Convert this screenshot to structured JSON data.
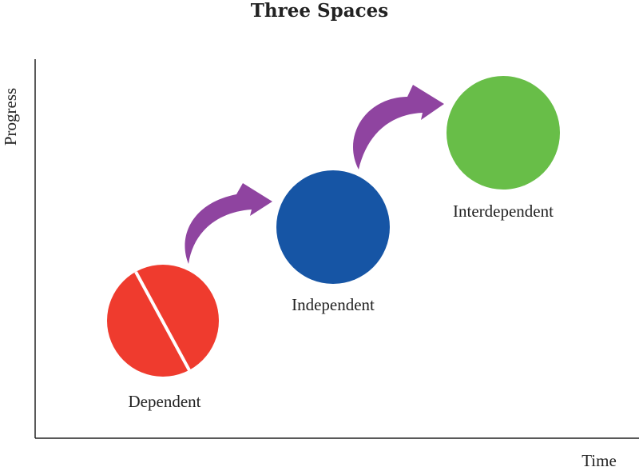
{
  "diagram": {
    "title": "Three Spaces",
    "axes": {
      "x_label": "Time",
      "y_label": "Progress"
    },
    "stages": [
      {
        "label": "Dependent",
        "color": "#ef3b2e",
        "icon": "split-circle"
      },
      {
        "label": "Independent",
        "color": "#1655a5",
        "icon": "circle"
      },
      {
        "label": "Interdependent",
        "color": "#68be48",
        "icon": "circle"
      }
    ],
    "arrow_color": "#8f44a0"
  }
}
